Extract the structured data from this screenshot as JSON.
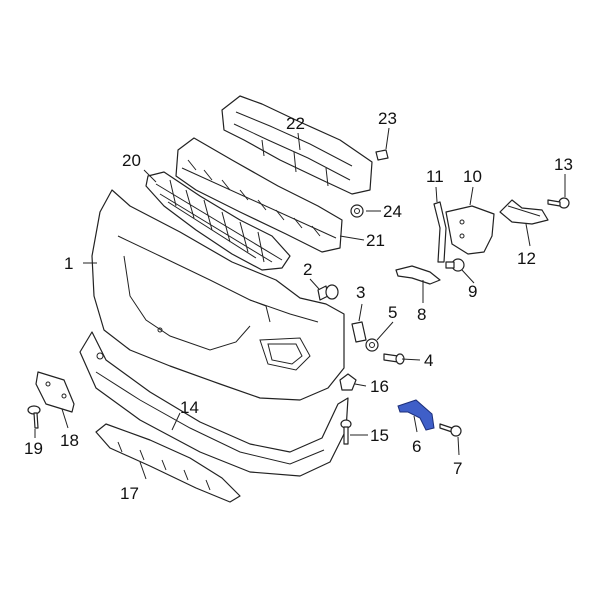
{
  "diagram": {
    "highlight_color": "#3f5fc8",
    "callouts": [
      "1",
      "2",
      "3",
      "4",
      "5",
      "6",
      "7",
      "8",
      "9",
      "10",
      "11",
      "12",
      "13",
      "14",
      "15",
      "16",
      "17",
      "18",
      "19",
      "20",
      "21",
      "22",
      "23",
      "24"
    ],
    "highlighted_part": "6"
  }
}
